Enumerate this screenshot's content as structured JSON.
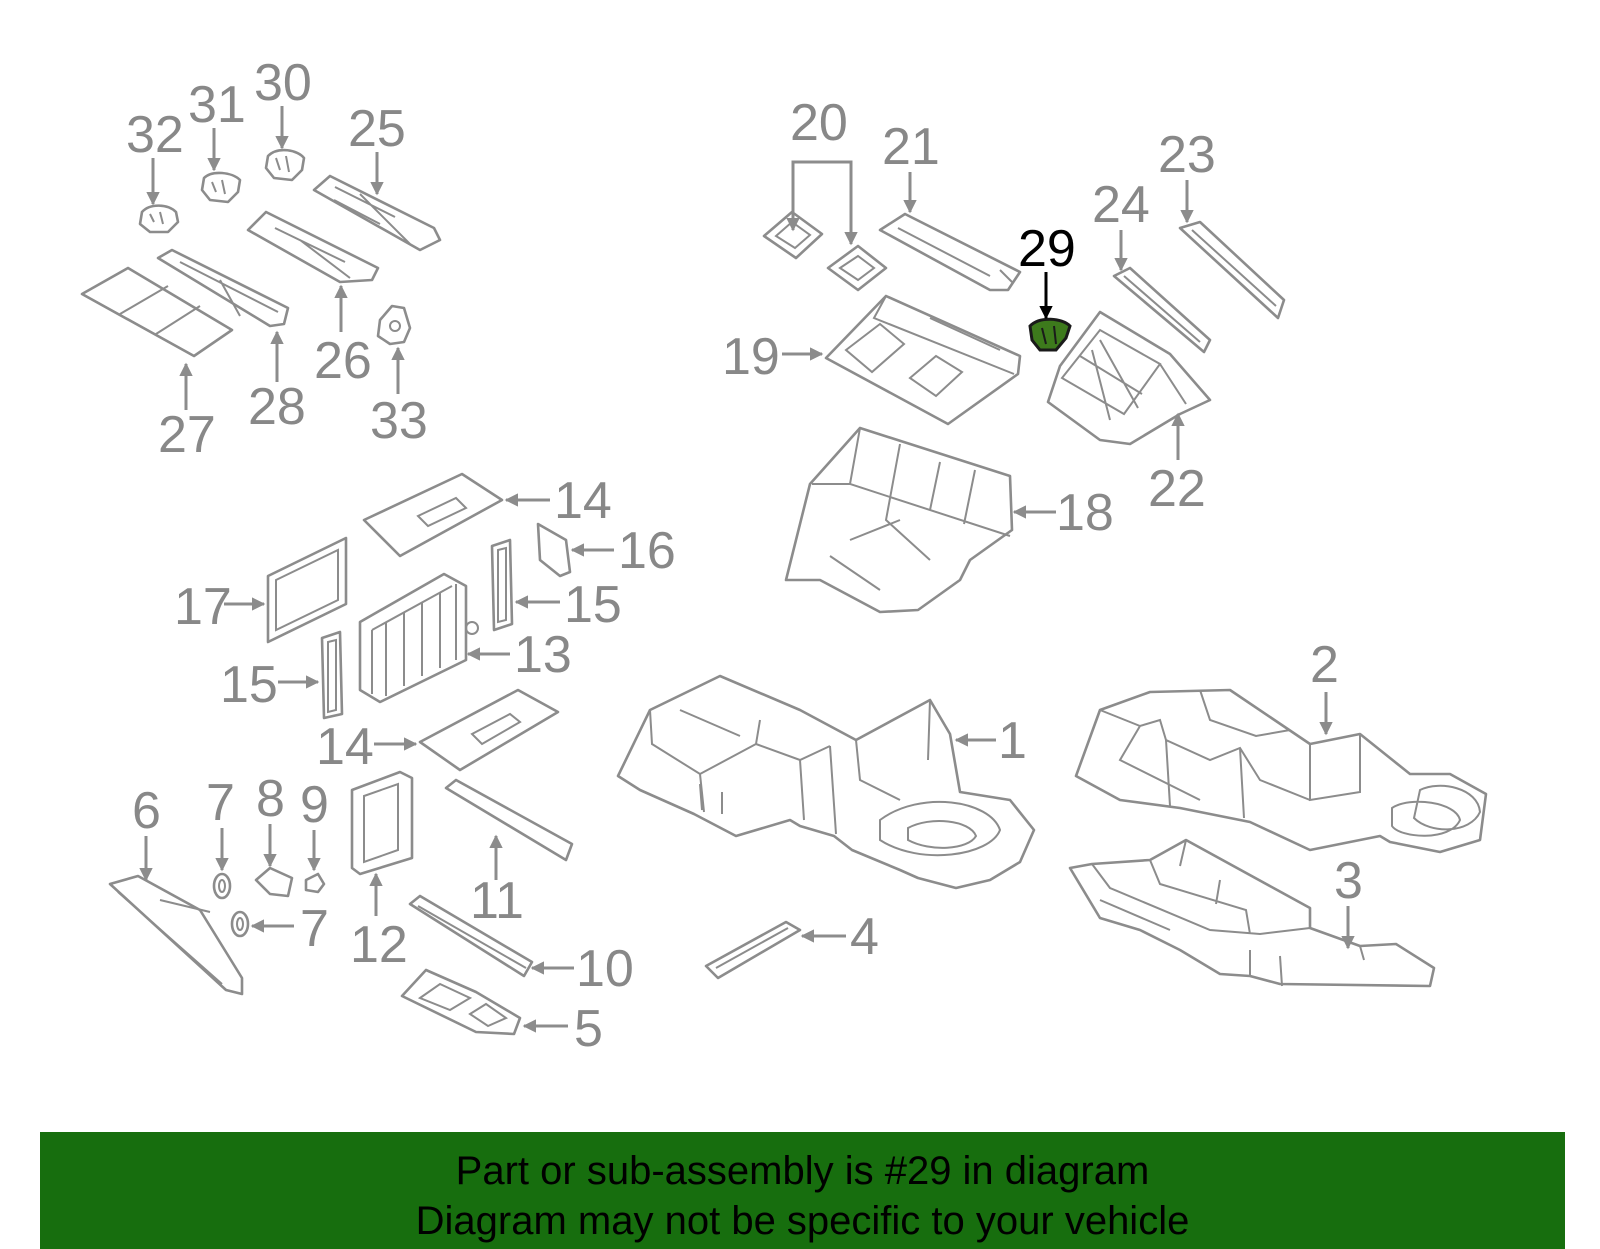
{
  "highlighted_part": "29",
  "callouts": [
    "1",
    "2",
    "3",
    "4",
    "5",
    "6",
    "7",
    "7",
    "8",
    "9",
    "10",
    "11",
    "12",
    "13",
    "14",
    "14",
    "15",
    "15",
    "16",
    "17",
    "18",
    "19",
    "20",
    "21",
    "22",
    "23",
    "24",
    "25",
    "26",
    "27",
    "28",
    "29",
    "30",
    "31",
    "32",
    "33"
  ],
  "banner": {
    "line1": "Part or sub-assembly is #29 in diagram",
    "line2": "Diagram may not be specific to your vehicle",
    "background": "#176e0e"
  },
  "colors": {
    "line": "#8c8c8c",
    "label": "#888888",
    "highlight_fill": "#3d7a1c",
    "highlight_label": "#000000"
  }
}
